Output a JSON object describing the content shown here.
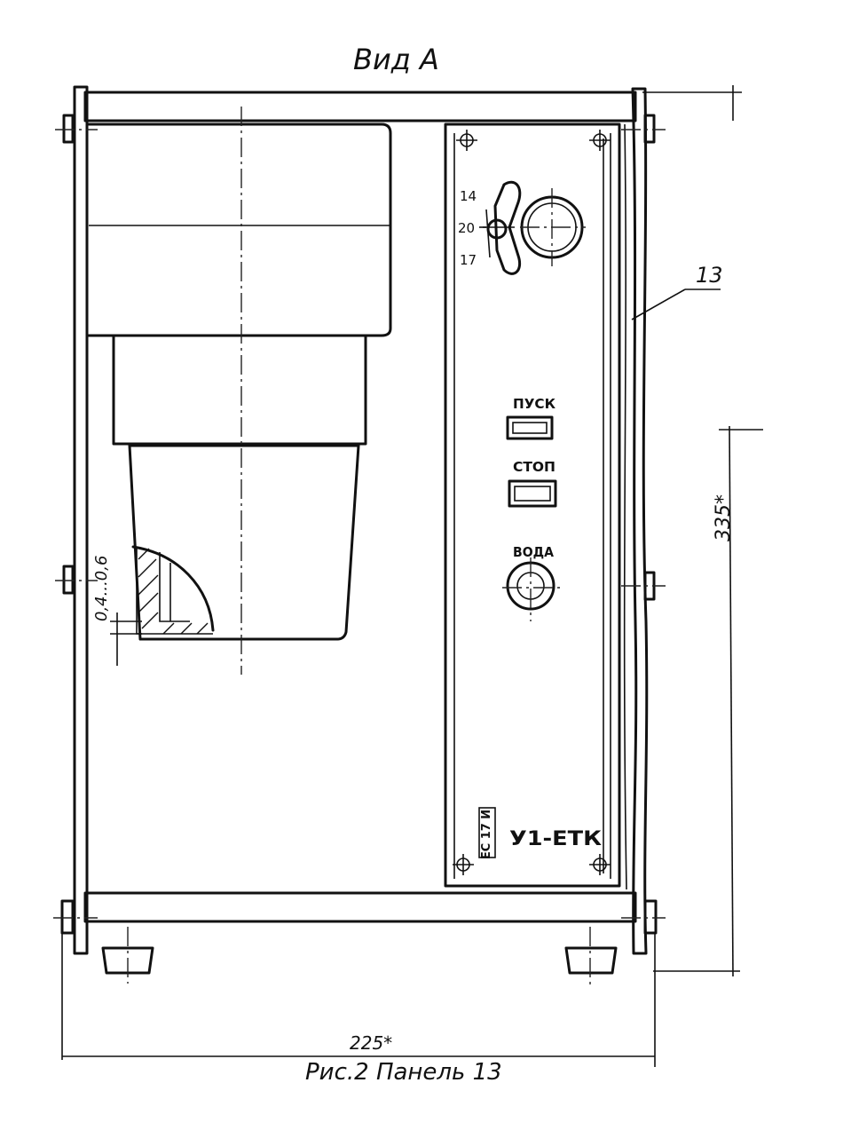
{
  "view_title": "Вид А",
  "caption": "Рис.2 Панель 13",
  "callout_part": "13",
  "dimensions": {
    "width": "225*",
    "height": "335*",
    "wall_gap": "0,4...0,6"
  },
  "panel": {
    "switch_positions": [
      "14",
      "20",
      "17"
    ],
    "start_label": "ПУСК",
    "stop_label": "СТОП",
    "water_label": "ВОДА",
    "model": "У1-ЕТК",
    "mark": "ЕС 17 И"
  }
}
